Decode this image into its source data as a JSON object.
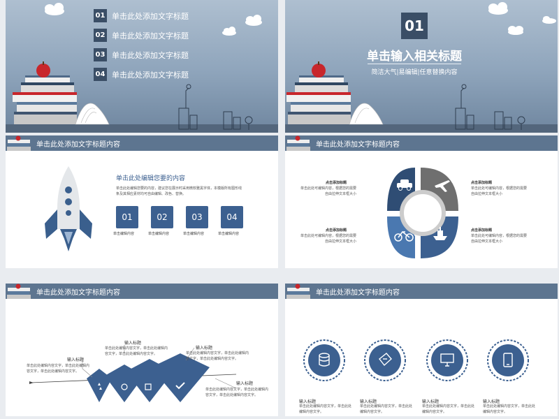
{
  "cover": {
    "toc": [
      {
        "num": "01",
        "label": "单击此处添加文字标题"
      },
      {
        "num": "02",
        "label": "单击此处添加文字标题"
      },
      {
        "num": "03",
        "label": "单击此处添加文字标题"
      },
      {
        "num": "04",
        "label": "单击此处添加文字标题"
      }
    ],
    "section_num": "01",
    "section_title": "单击输入相关标题",
    "section_subtitle": "简洁大气|易编辑|任意替换内容"
  },
  "slide_bar_title": "单击此处添加文字标题内容",
  "rocket_slide": {
    "heading": "单击此处编辑您要的内容",
    "body": "单击此处编辑您要的内容，建议您在展示时采用微软雅黑字体，本模版所有图形线条及其相应素材均可自由编辑、改色、替换。",
    "cards": [
      {
        "num": "01",
        "label": "单击编辑内容"
      },
      {
        "num": "02",
        "label": "单击编辑内容"
      },
      {
        "num": "03",
        "label": "单击编辑内容"
      },
      {
        "num": "04",
        "label": "单击编辑内容"
      }
    ]
  },
  "ring_slide": {
    "items": [
      {
        "title": "点击添加标题",
        "body": "单击此处可编辑内容，根据您的需要自由拉伸文本框大小"
      },
      {
        "title": "点击添加标题",
        "body": "单击此处可编辑内容，根据您的需要自由拉伸文本框大小"
      },
      {
        "title": "点击添加标题",
        "body": "单击此处可编辑内容，根据您的需要自由拉伸文本框大小"
      },
      {
        "title": "点击添加标题",
        "body": "单击此处可编辑内容，根据您的需要自由拉伸文本框大小"
      }
    ],
    "icons": [
      "car-icon",
      "airplane-icon",
      "bicycle-icon",
      "ship-icon"
    ]
  },
  "arrow_slide": {
    "items": [
      {
        "title": "输入标题",
        "body": "单击此处编辑内容文字，单击此处编辑内容文字，单击此处编辑内容文字。"
      },
      {
        "title": "输入标题",
        "body": "单击此处编辑内容文字，单击此处编辑内容文字，单击此处编辑内容文字。"
      },
      {
        "title": "输入标题",
        "body": "单击此处编辑内容文字，单击此处编辑内容文字，单击此处编辑内容文字。"
      },
      {
        "title": "输入标题",
        "body": "单击此处编辑内容文字，单击此处编辑内容文字，单击此处编辑内容文字。"
      }
    ]
  },
  "circle_slide": {
    "items": [
      {
        "title": "输入标题",
        "body": "单击此处编辑内容文字，单击此处编辑内容文字。",
        "icon": "database-icon"
      },
      {
        "title": "输入标题",
        "body": "单击此处编辑内容文字，单击此处编辑内容文字。",
        "icon": "ticket-icon"
      },
      {
        "title": "输入标题",
        "body": "单击此处编辑内容文字，单击此处编辑内容文字。",
        "icon": "monitor-icon"
      },
      {
        "title": "输入标题",
        "body": "单击此处编辑内容文字，单击此处编辑内容文字。",
        "icon": "tablet-icon"
      }
    ]
  },
  "colors": {
    "bar": "#5d7590",
    "accent": "#3c6090",
    "dark": "#3a4e66",
    "gray": "#6f6f6f",
    "red": "#c8262b"
  }
}
